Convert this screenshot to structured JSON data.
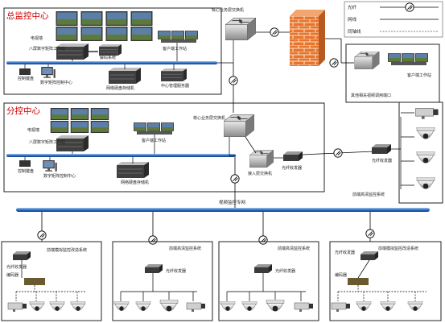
{
  "regions": {
    "main_center": "总监控中心",
    "sub_center": "分控中心"
  },
  "legend": {
    "fiber": "光纤",
    "network": "网线",
    "video_cable": "同轴线"
  },
  "main_center": {
    "tv_wall": "电视墙",
    "nvr_workstation": "八屏数字矩阵工作站",
    "decoder": "解码系统",
    "client_station": "客户端工作站",
    "control_keyboard": "控制键盘",
    "digital_matrix": "数字矩阵控制中心",
    "storage_array": "网络硬盘存储机",
    "management_server": "中心管理服务器",
    "core_switch": "核心业务层交换机",
    "remote_client": "客户端工作站",
    "remote_zone": "其他相关视频调用端口"
  },
  "sub_center": {
    "tv_wall": "电视墙",
    "nvr_workstation": "八屏数字矩阵工作站",
    "client_station": "客户端工作站",
    "control_keyboard": "控制键盘",
    "digital_matrix": "数字矩阵控制中心",
    "storage_array": "网络硬盘存储机",
    "core_switch": "核心业务层交换机",
    "access_switch": "接入层交换机",
    "fiber_transceiver": "光纤收发器",
    "fiber_transceiver_remote": "光纤收发器",
    "hd_system": "前端高清监控系统"
  },
  "backbone": {
    "label": "视频监控专网"
  },
  "front_ends": [
    {
      "title": "前端模拟监控改造系统",
      "transceiver": "光纤收发器",
      "encoder": "编码器"
    },
    {
      "title": "前端高清监控系统",
      "transceiver": "光纤收发器"
    },
    {
      "title": "前端高清监控系统",
      "transceiver": "光纤收发器"
    },
    {
      "title": "前端模拟监控改造系统",
      "transceiver": "光纤收发器",
      "encoder": "编码器"
    }
  ],
  "colors": {
    "heading": "#d00000",
    "bus": "#1f5fb8",
    "firewall": "#e8752b"
  }
}
